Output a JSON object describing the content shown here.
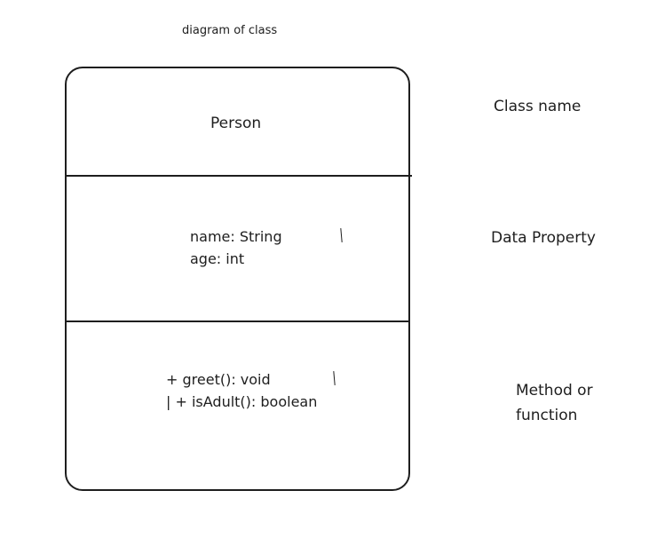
{
  "caption": "diagram of class",
  "class_box": {
    "name": "Person",
    "properties": [
      "name: String",
      "age: int"
    ],
    "methods": [
      "+ greet(): void",
      "| + isAdult(): boolean"
    ]
  },
  "labels": {
    "class_name": "Class name",
    "data_property": "Data Property",
    "method_line_1": "Method or",
    "method_line_2": "function"
  },
  "colors": {
    "stroke": "#1e1e1e",
    "background": "#ffffff"
  }
}
